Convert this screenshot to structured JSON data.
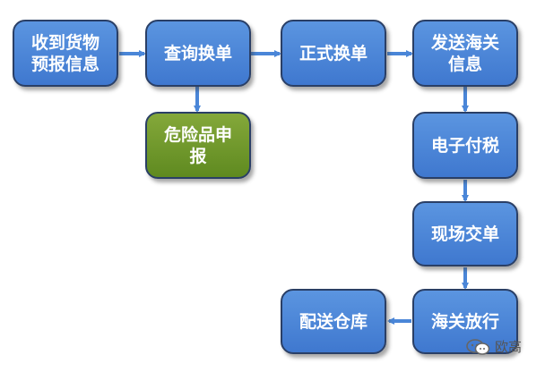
{
  "nodes": {
    "receive": "收到货物\n预报信息",
    "query": "查询换单",
    "formal": "正式换单",
    "send": "发送海关\n信息",
    "danger": "危险品申\n报",
    "tax": "电子付税",
    "onsite": "现场交单",
    "release": "海关放行",
    "warehouse": "配送仓库"
  },
  "colors": {
    "node_blue": "#4a86d8",
    "node_green": "#6e9a2a",
    "arrow": "#4a86d8",
    "border": "#2a3f66"
  },
  "watermark": {
    "icon": "wechat-icon",
    "text": "欧高"
  }
}
